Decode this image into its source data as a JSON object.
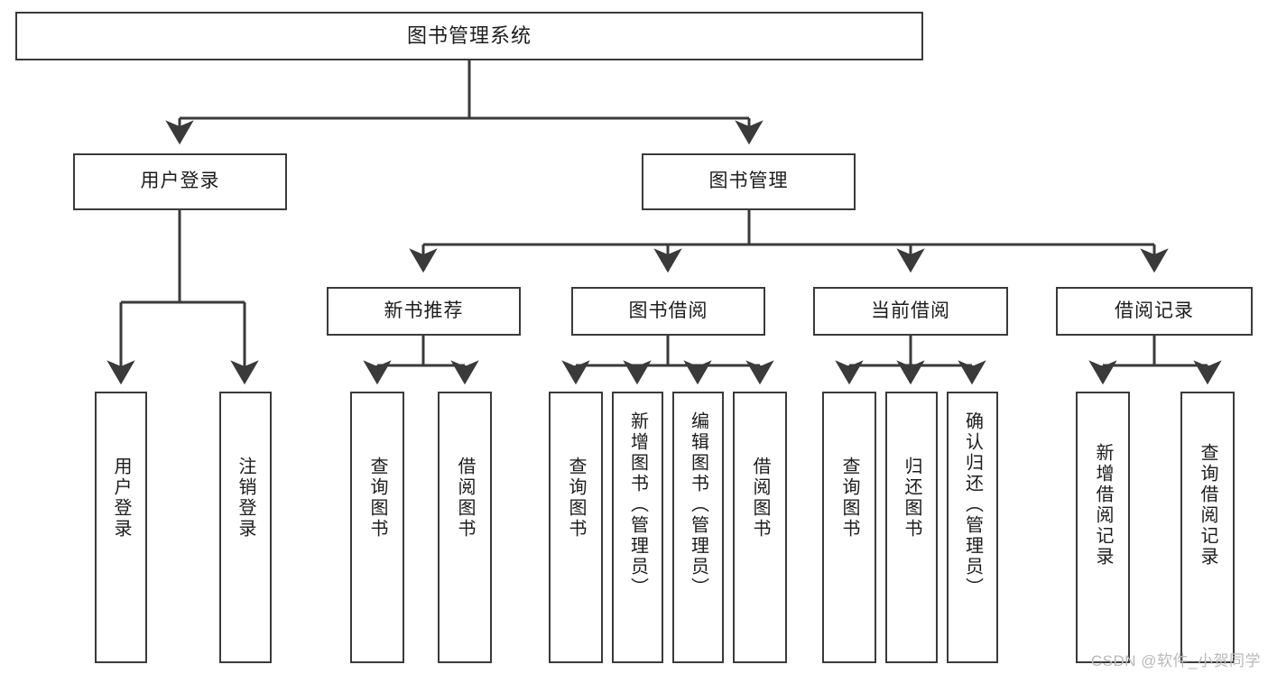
{
  "diagram": {
    "title": "图书管理系统",
    "type": "tree",
    "watermark": "CSDN @软件_小贺同学",
    "colors": {
      "box_border": "#3a3a3a",
      "box_fill": "#ffffff",
      "edge": "#3a3a3a",
      "text": "#1c1c1c",
      "watermark": "#b9b9b9"
    },
    "root": {
      "label": "图书管理系统"
    },
    "level2": [
      {
        "label": "用户登录"
      },
      {
        "label": "图书管理"
      }
    ],
    "level3": [
      {
        "label": "新书推荐"
      },
      {
        "label": "图书借阅"
      },
      {
        "label": "当前借阅"
      },
      {
        "label": "借阅记录"
      }
    ],
    "leaves": {
      "user_login": [
        {
          "label": "用户登录"
        },
        {
          "label": "注销登录"
        }
      ],
      "new_book_recommend": [
        {
          "label": "查询图书"
        },
        {
          "label": "借阅图书"
        }
      ],
      "book_borrow": [
        {
          "label": "查询图书"
        },
        {
          "label": "新增图书（管理员）"
        },
        {
          "label": "编辑图书（管理员）"
        },
        {
          "label": "借阅图书"
        }
      ],
      "current_borrow": [
        {
          "label": "查询图书"
        },
        {
          "label": "归还图书"
        },
        {
          "label": "确认归还（管理员）"
        }
      ],
      "borrow_record": [
        {
          "label": "新增借阅记录"
        },
        {
          "label": "查询借阅记录"
        }
      ]
    }
  }
}
